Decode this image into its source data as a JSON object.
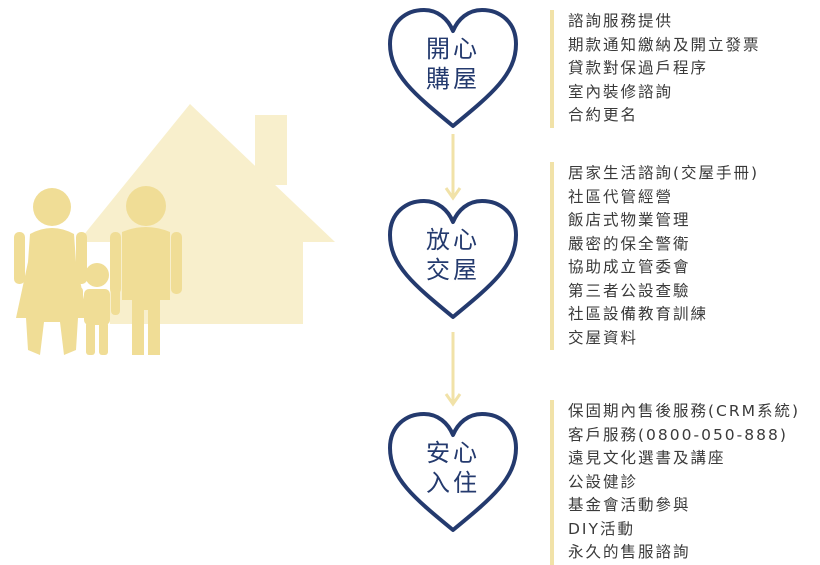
{
  "colors": {
    "heart_stroke": "#243a6e",
    "accent_yellow": "#f1e2a8",
    "house_yellow": "#f8efcc",
    "family_yellow": "#f0dd96",
    "text": "#3a3a3a"
  },
  "stages": [
    {
      "title_line1": "開心",
      "title_line2": "購屋",
      "services": [
        "諮詢服務提供",
        "期款通知繳納及開立發票",
        "貸款對保過戶程序",
        "室內裝修諮詢",
        "合約更名"
      ]
    },
    {
      "title_line1": "放心",
      "title_line2": "交屋",
      "services": [
        "居家生活諮詢(交屋手冊)",
        "社區代管經營",
        "飯店式物業管理",
        "嚴密的保全警衛",
        "協助成立管委會",
        "第三者公設查驗",
        "社區設備教育訓練",
        "交屋資料"
      ]
    },
    {
      "title_line1": "安心",
      "title_line2": "入住",
      "services": [
        "保固期內售後服務(CRM系統)",
        "客戶服務(0800-050-888)",
        "遠見文化選書及講座",
        "公設健診",
        "基金會活動參與",
        "DIY活動",
        "永久的售服諮詢"
      ]
    }
  ]
}
